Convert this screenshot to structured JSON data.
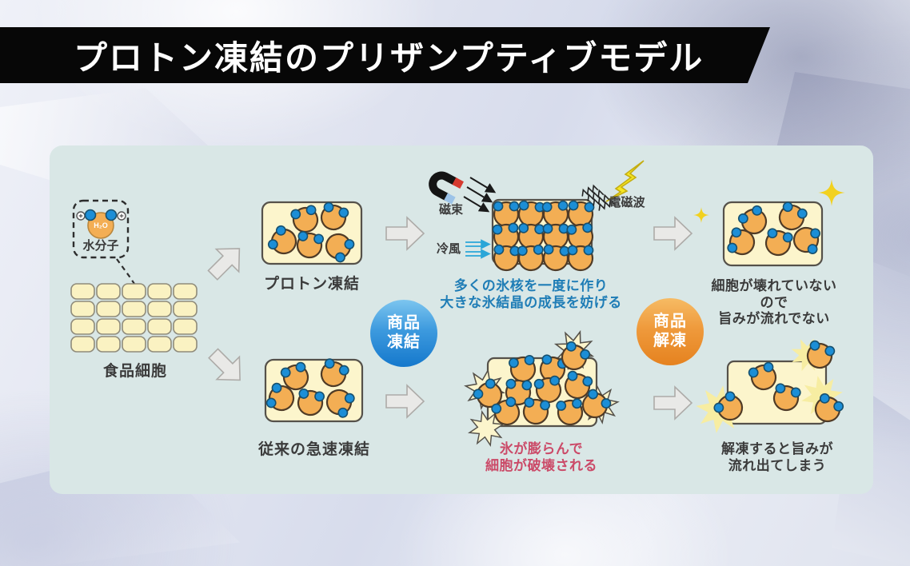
{
  "title": "プロトン凍結のプリザンプティブモデル",
  "panel": {
    "water_molecule_label": "水分子",
    "water_formula": "H₂O",
    "food_cells_label": "食品細胞",
    "proton_label": "プロトン凍結",
    "conventional_label": "従来の急速凍結",
    "magnetic_flux_label": "磁束",
    "cold_air_label": "冷風",
    "em_wave_label": "電磁波",
    "proton_caption": "多くの氷核を一度に作り\n大きな氷結晶の成長を妨げる",
    "freeze_badge": "商品\n凍結",
    "thaw_badge": "商品\n解凍",
    "proton_result": "細胞が壊れていないので\n旨みが流れでない",
    "conventional_caption": "氷が膨らんで\n細胞が破壊される",
    "conventional_result": "解凍すると旨みが\n流れ出てしまう"
  },
  "colors": {
    "freeze_badge": "#2486d6",
    "thaw_badge": "#ec8a2d",
    "proton_caption_text": "#1f7db6",
    "conventional_caption_text": "#cb4a68",
    "molecule": "#f3ae54",
    "hydrogen_dot": "#1c8ed6",
    "cell_fill": "#fcf5cc",
    "panel_bg": "#d9e7e6"
  }
}
